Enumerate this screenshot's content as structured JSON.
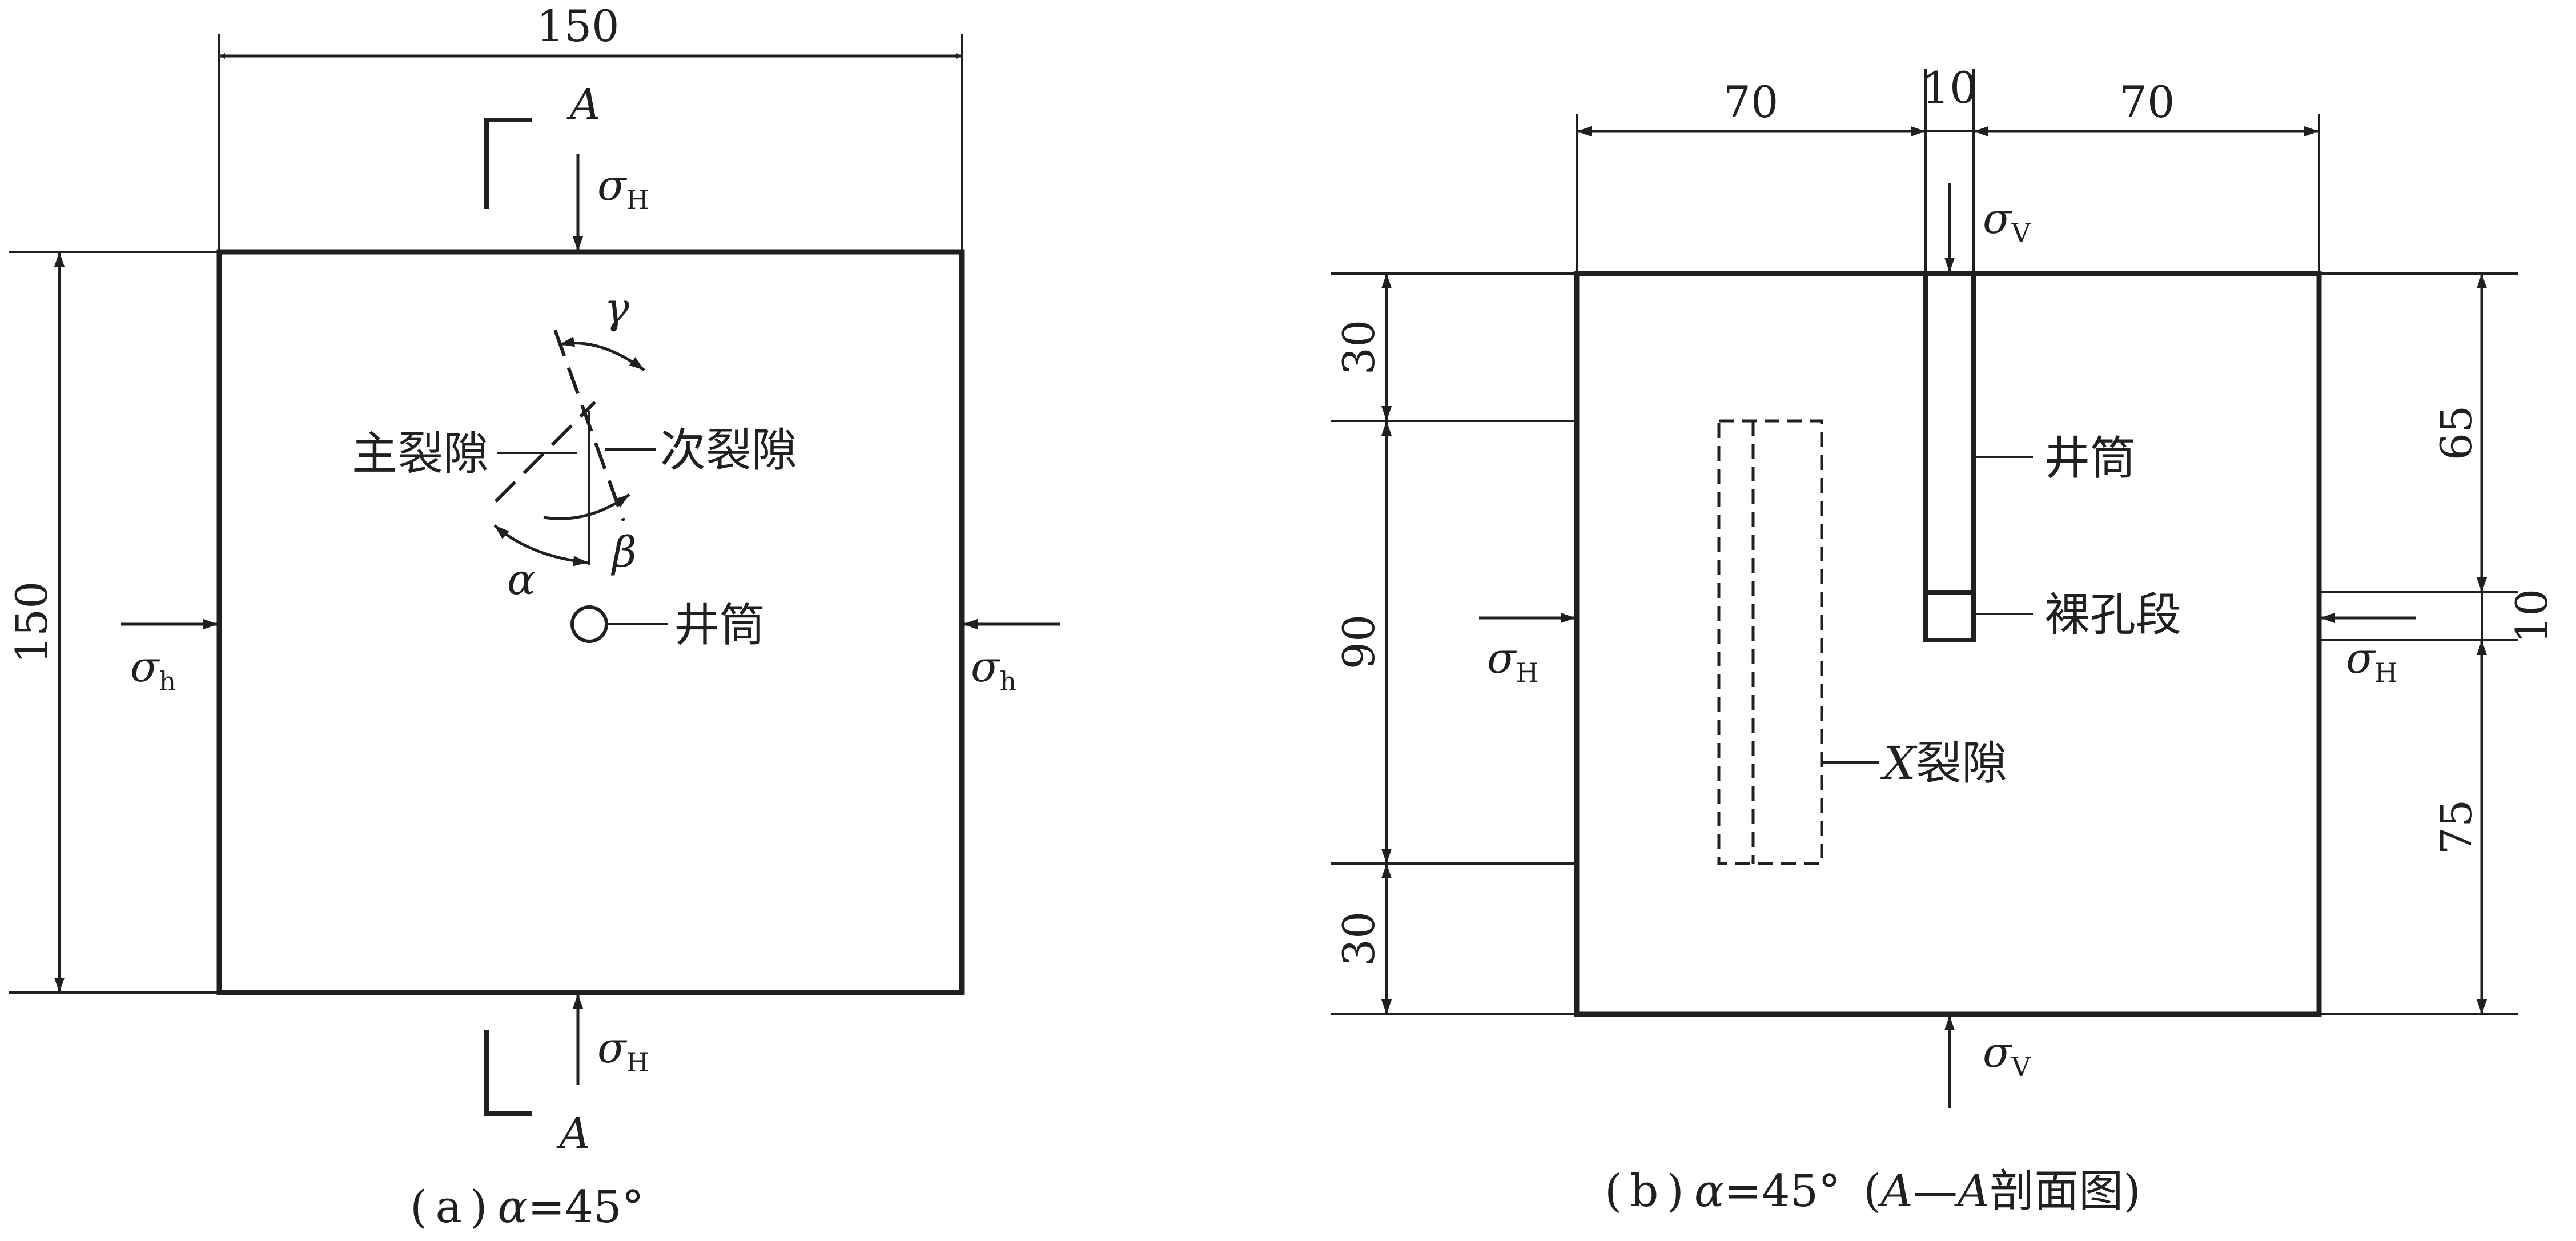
{
  "panel_a": {
    "width_label": "150",
    "height_label": "150",
    "section_letter_top": "A",
    "section_letter_bottom": "A",
    "sigma_symbol": "σ",
    "sub_H": "H",
    "sub_h": "h",
    "angle_alpha": "α",
    "angle_beta": "β",
    "angle_gamma": "γ",
    "main_fracture": "主裂隙",
    "secondary_fracture": "次裂隙",
    "wellbore": "井筒",
    "caption_open": "(",
    "caption_letter": "a",
    "caption_close": ")",
    "caption_alpha": "α",
    "caption_value": "=45°"
  },
  "panel_b": {
    "top_left_width": "70",
    "top_mid_width": "10",
    "top_right_width": "70",
    "left_top": "30",
    "left_mid": "90",
    "left_bottom": "30",
    "right_top": "65",
    "right_mid": "10",
    "right_bottom": "75",
    "sigma_symbol": "σ",
    "sub_V": "V",
    "sub_H": "H",
    "wellbore": "井筒",
    "open_hole": "裸孔段",
    "x_letter": "X",
    "x_fracture": "裂隙",
    "caption_open": "(",
    "caption_letter": "b",
    "caption_close": ")",
    "caption_alpha": "α",
    "caption_value": "=45°",
    "caption_section_open": "(",
    "caption_section_a1": "A",
    "caption_section_dash": "—",
    "caption_section_a2": "A",
    "caption_section_text": "剖面图",
    "caption_section_close": ")"
  }
}
